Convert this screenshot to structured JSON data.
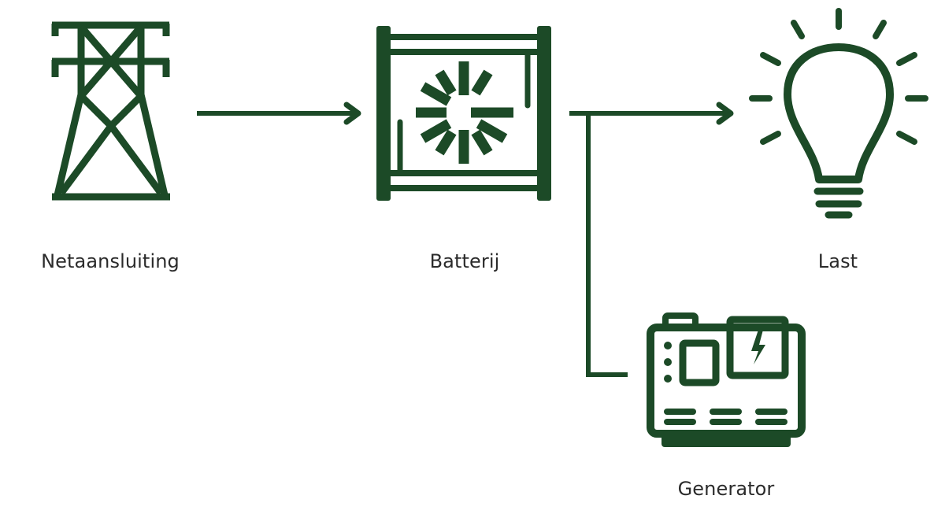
{
  "diagram": {
    "title": "",
    "colors": {
      "icon": "#1c4a27",
      "text": "#2b2b2b",
      "background": "#ffffff"
    },
    "nodes": [
      {
        "id": "grid",
        "label": "Netaansluiting",
        "icon": "power-pylon-icon"
      },
      {
        "id": "battery",
        "label": "Batterij",
        "icon": "battery-icon"
      },
      {
        "id": "load",
        "label": "Last",
        "icon": "light-bulb-icon"
      },
      {
        "id": "generator",
        "label": "Generator",
        "icon": "generator-icon"
      }
    ],
    "edges": [
      {
        "from": "grid",
        "to": "battery",
        "arrow": true
      },
      {
        "from": "battery",
        "to": "load",
        "arrow": true
      },
      {
        "from": "generator",
        "to": "battery-load-line",
        "arrow": false
      }
    ]
  }
}
